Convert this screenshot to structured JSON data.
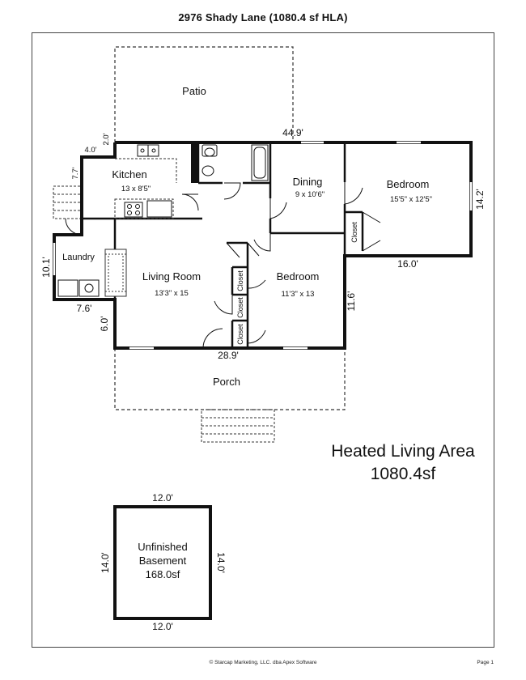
{
  "title": "2976 Shady Lane (1080.4 sf HLA)",
  "rooms": {
    "patio": "Patio",
    "kitchen": {
      "name": "Kitchen",
      "size": "13 x 8'5\""
    },
    "dining": {
      "name": "Dining",
      "size": "9 x 10'6\""
    },
    "bedroom1": {
      "name": "Bedroom",
      "size": "15'5\" x 12'5\""
    },
    "laundry": "Laundry",
    "living": {
      "name": "Living Room",
      "size": "13'3\" x 15"
    },
    "bedroom2": {
      "name": "Bedroom",
      "size": "11'3\" x 13"
    },
    "porch": "Porch",
    "closet": "Closet"
  },
  "measurements": {
    "top_width": "44.9'",
    "top_left_step": "4.0'",
    "top_left_vertical": "2.0'",
    "kitchen_side": "7.7'",
    "laundry_side": "10.1'",
    "laundry_bottom": "7.6'",
    "living_lower_side": "6.0'",
    "bottom_width": "28.9'",
    "bedroom_bottom": "16.0'",
    "right_side": "14.2'",
    "bedroom2_side": "11.6'"
  },
  "summary": {
    "line1": "Heated Living Area",
    "line2": "1080.4sf"
  },
  "basement": {
    "line1": "Unfinished",
    "line2": "Basement",
    "line3": "168.0sf",
    "top": "12.0'",
    "bottom": "12.0'",
    "left": "14.0'",
    "right": "14.0'"
  },
  "footer": {
    "credit": "© Starcap Marketing, LLC. dba Apex Software",
    "page": "Page 1"
  }
}
